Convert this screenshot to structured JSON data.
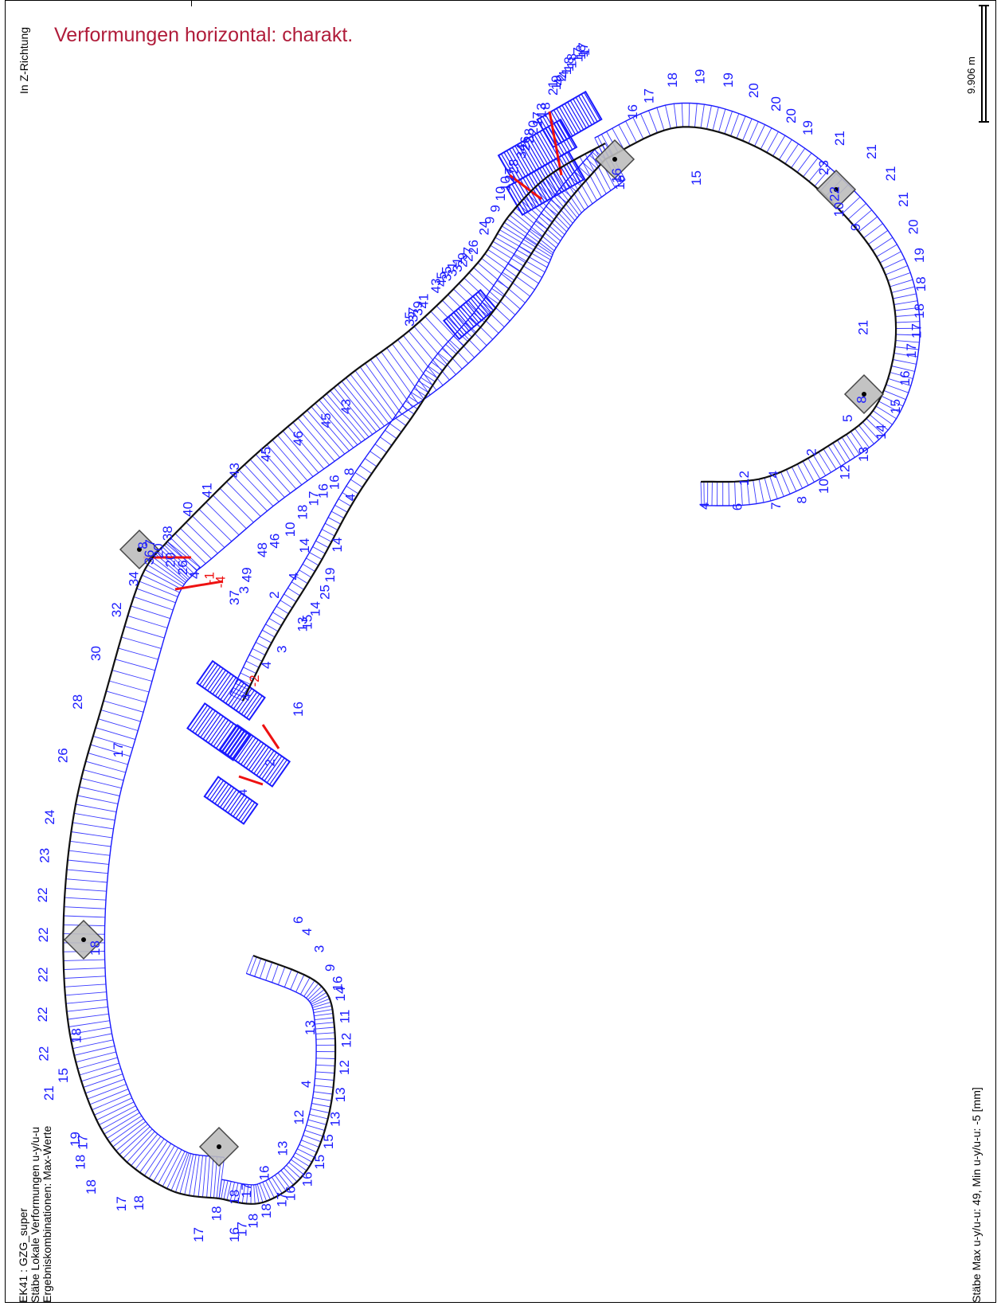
{
  "header": {
    "direction_label": "In Z-Richtung",
    "title": "Verformungen horizontal: charakt.",
    "scale_label": "9.906 m"
  },
  "info": {
    "line1": "EK41 : GZG_super",
    "line2": "Stäbe Lokale Verformungen u-y/u-u",
    "line3": "Ergebniskombinationen: Max-Werte"
  },
  "footer": {
    "summary": "Stäbe Max u-y/u-u: 49, Min u-y/u-u: -5 [mm]"
  },
  "colors": {
    "title": "#b01c3a",
    "diagram": "#1a1aff",
    "negative": "#ee1111",
    "structure": "#111111",
    "support": "#bdbdbd"
  },
  "labels": {
    "ramp_left_outer": [
      "16",
      "17",
      "18",
      "18",
      "17",
      "16",
      "16",
      "15",
      "15",
      "13",
      "13",
      "12",
      "12",
      "11",
      "14",
      "16",
      "9",
      "3",
      "4",
      "6"
    ],
    "ramp_left_inner": [
      "17",
      "18",
      "18",
      "17",
      "16",
      "13",
      "12",
      "4",
      "13"
    ],
    "loop_left": [
      "19",
      "18",
      "18",
      "17",
      "18",
      "17",
      "21",
      "22",
      "22",
      "22",
      "22",
      "22",
      "23",
      "24",
      "26",
      "28",
      "30",
      "32",
      "34",
      "36",
      "38",
      "40",
      "41",
      "43",
      "45",
      "46",
      "45",
      "43"
    ],
    "loop_left_extra": [
      "15",
      "18",
      "18",
      "17",
      "8",
      "7",
      "20",
      "20",
      "26",
      "4",
      "-1",
      "-4",
      "3",
      "2",
      "4",
      "14",
      "15",
      "16",
      "2",
      "4"
    ],
    "middle": [
      "37",
      "49",
      "48",
      "46",
      "10",
      "18",
      "17",
      "16",
      "16",
      "8",
      "4",
      "14",
      "19",
      "25",
      "14",
      "13",
      "3",
      "4",
      "-2",
      "4"
    ],
    "upper_outer": [
      "35",
      "37",
      "39",
      "41",
      "43",
      "45",
      "35",
      "31",
      "31",
      "29",
      "27",
      "26",
      "24",
      "9",
      "9",
      "10",
      "10",
      "27",
      "28",
      "34",
      "26",
      "28",
      "20",
      "17",
      "13",
      "8",
      "21",
      "19",
      "4",
      "2",
      "4",
      "1",
      "18",
      "18",
      "17",
      "18",
      "17",
      "1"
    ],
    "loop_right_outer": [
      "16",
      "17",
      "18",
      "19",
      "19",
      "20",
      "20",
      "20",
      "19",
      "21",
      "21",
      "21",
      "21",
      "20",
      "19",
      "18",
      "18",
      "17",
      "17",
      "16",
      "15",
      "14",
      "13",
      "12",
      "10",
      "8",
      "7",
      "6",
      "4"
    ],
    "loop_right_inner": [
      "16",
      "16",
      "15",
      "23",
      "22",
      "10",
      "9",
      "21",
      "8",
      "5",
      "2",
      "4",
      "12"
    ]
  }
}
